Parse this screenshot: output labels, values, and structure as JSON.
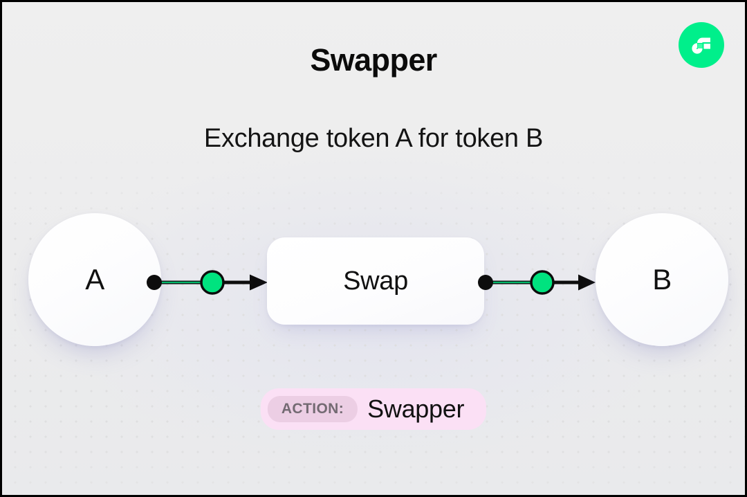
{
  "header": {
    "title": "Swapper",
    "subtitle": "Exchange token A for token B",
    "brand_icon": "flow-logo-icon",
    "brand_color": "#00ef8b"
  },
  "diagram": {
    "type": "flow",
    "source_node": {
      "label": "A",
      "shape": "circle"
    },
    "process_node": {
      "label": "Swap",
      "shape": "rounded-rect"
    },
    "target_node": {
      "label": "B",
      "shape": "circle"
    },
    "connectors": [
      {
        "from": "A",
        "to": "Swap",
        "style": "dot-to-arrow",
        "midpoint_color": "#00e37f"
      },
      {
        "from": "Swap",
        "to": "B",
        "style": "dot-to-arrow",
        "midpoint_color": "#00e37f"
      }
    ]
  },
  "action_badge": {
    "key_label": "ACTION:",
    "value_label": "Swapper",
    "background_color": "#fbe0f5",
    "key_background_color": "#eccee4"
  },
  "canvas": {
    "background_color": "#efefef",
    "grid": "dotted",
    "grid_dot_color": "#dfdfe0"
  }
}
